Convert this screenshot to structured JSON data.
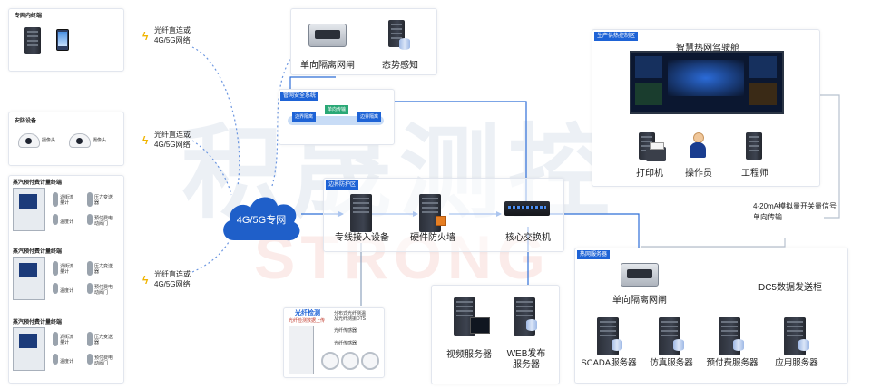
{
  "colors": {
    "accent": "#1e63d6",
    "wire": "#2f6fd8",
    "dashed": "#6a95e0",
    "gray_line": "#b8c2cf"
  },
  "watermark": {
    "cn": "积晟测控",
    "en": "STRONG"
  },
  "left": {
    "private_net": {
      "title": "专网内终端"
    },
    "security": {
      "title": "安防设备",
      "cam1": "摄像头",
      "cam2": "摄像头"
    },
    "terminals": [
      {
        "title": "蒸汽预付费计量终端",
        "flow": "涡街流量计",
        "pressure": "压力变送器",
        "temp": "温度计",
        "valve": "预付费电动阀门"
      },
      {
        "title": "蒸汽预付费计量终端",
        "flow": "涡街流量计",
        "pressure": "压力变送器",
        "temp": "温度计",
        "valve": "预付费电动阀门"
      },
      {
        "title": "蒸汽预付费计量终端",
        "flow": "涡街流量计",
        "pressure": "压力变送器",
        "temp": "温度计",
        "valve": "预付费电动阀门"
      }
    ]
  },
  "links": [
    {
      "l1": "光纤直连或",
      "l2": "4G/5G网络"
    },
    {
      "l1": "光纤直连或",
      "l2": "4G/5G网络"
    },
    {
      "l1": "光纤直连或",
      "l2": "4G/5G网络"
    }
  ],
  "cloud": {
    "label": "4G/5G专网"
  },
  "top": {
    "gateway": "单向隔离网闸",
    "awareness": "态势感知"
  },
  "mgmt": {
    "title": "管网安全系统",
    "left_tag": "边界隔离",
    "mid_tag": "单向传输",
    "right_tag": "边界隔离"
  },
  "boundary": {
    "title": "边界防护区",
    "access": "专线接入设备",
    "firewall": "硬件防火墙",
    "core": "核心交换机"
  },
  "fiber": {
    "title": "光纤检测",
    "subtitle": "光纤检测数据上传",
    "item1": "分布式光纤测温",
    "item1b": "及光纤测振DTS",
    "item2": "光纤传感器",
    "item3": "光纤传感器"
  },
  "servers_mid": {
    "video": "视频服务器",
    "web1": "WEB发布",
    "web2": "服务器"
  },
  "control": {
    "title": "生产供热控制区",
    "cockpit": "智慧热网驾驶舱",
    "printer": "打印机",
    "operator": "操作员",
    "engineer": "工程师"
  },
  "signal": {
    "l1": "4-20mA模拟量开关量信号",
    "l2": "单向传输"
  },
  "heat": {
    "title": "热网服务器",
    "gateway": "单向隔离网闸",
    "dc5": "DC5数据发送柜",
    "scada": "SCADA服务器",
    "sim": "仿真服务器",
    "prepay": "预付费服务器",
    "app": "应用服务器"
  }
}
